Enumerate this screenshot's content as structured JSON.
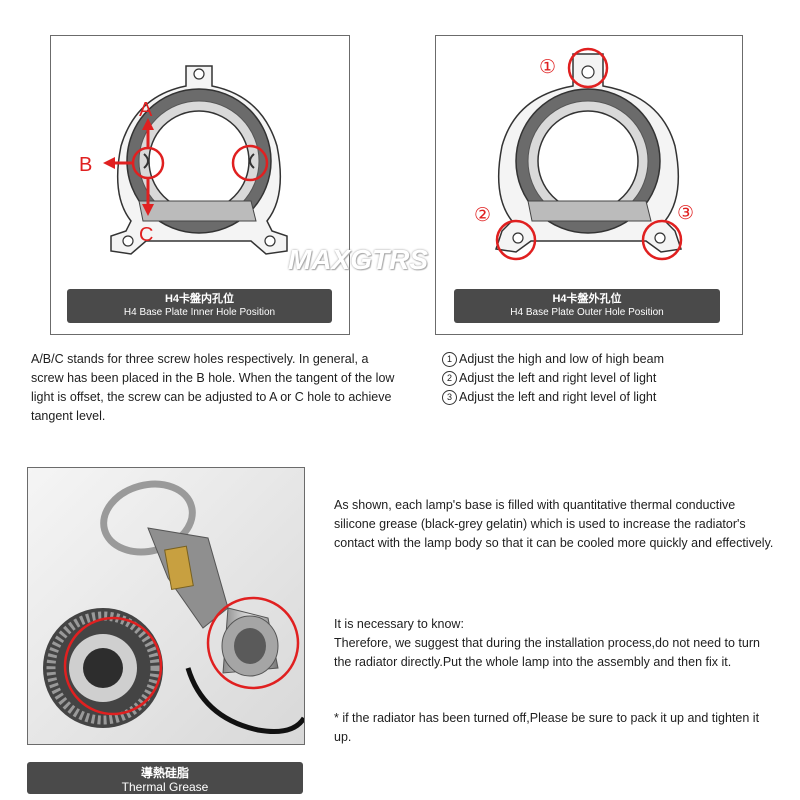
{
  "inner_panel": {
    "caption_cn": "H4卡盤内孔位",
    "caption_en": "H4 Base Plate Inner Hole Position",
    "label_a": "A",
    "label_b": "B",
    "label_c": "C"
  },
  "outer_panel": {
    "caption_cn": "H4卡盤外孔位",
    "caption_en": "H4 Base Plate Outer Hole Position",
    "marker_1": "①",
    "marker_2": "②",
    "marker_3": "③"
  },
  "watermark": "MAXGTRS",
  "desc_abc": "A/B/C stands for three screw holes respectively.  In general, a screw has been placed in the B hole. When the tangent of the low light is offset, the screw can be adjusted to A or C hole to achieve tangent level.",
  "adjust_list": [
    {
      "num": "1",
      "text": "Adjust the high and low of high beam"
    },
    {
      "num": "2",
      "text": "Adjust the left and right level of light"
    },
    {
      "num": "3",
      "text": "Adjust the left and right level of light"
    }
  ],
  "grease_caption": {
    "cn": "導熱硅脂",
    "en": "Thermal Grease"
  },
  "desc_grease": "As shown, each lamp's base is filled with quantitative thermal conductive silicone grease (black-grey gelatin) which is used to increase the radiator's contact with the lamp body so that it can be cooled more quickly and effectively.",
  "desc_know_title": "It is necessary to know:",
  "desc_know_body": "Therefore, we suggest that during the installation process,do not need to turn the radiator directly.Put the whole lamp into the assembly and then fix it.",
  "desc_note": "* if the radiator has been turned off,Please be sure to pack it up and tighten it up.",
  "colors": {
    "accent_red": "#e02020",
    "caption_bg": "#4a4a4a"
  }
}
